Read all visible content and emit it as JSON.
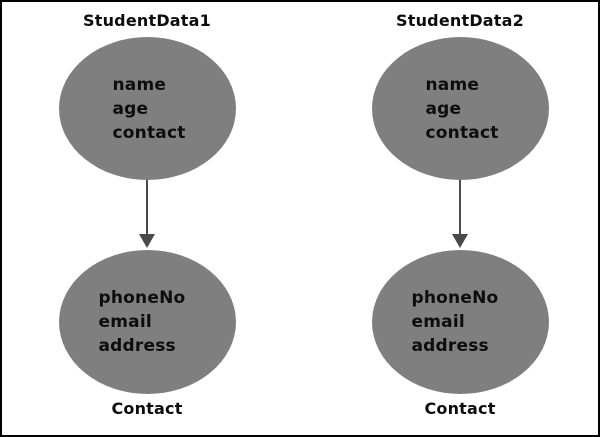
{
  "colors": {
    "ellipse_fill": "#7f7f7f",
    "arrow_color": "#4a4a4a",
    "text_color": "#0d0d0d",
    "border_color": "#000000",
    "background": "#ffffff"
  },
  "diagram": {
    "columns": [
      {
        "title": "StudentData1",
        "source_entity": {
          "lines": [
            "name",
            "age",
            "contact"
          ]
        },
        "target_entity": {
          "lines": [
            "phoneNo",
            "email",
            "address"
          ]
        },
        "target_label": "Contact"
      },
      {
        "title": "StudentData2",
        "source_entity": {
          "lines": [
            "name",
            "age",
            "contact"
          ]
        },
        "target_entity": {
          "lines": [
            "phoneNo",
            "email",
            "address"
          ]
        },
        "target_label": "Contact"
      }
    ]
  }
}
